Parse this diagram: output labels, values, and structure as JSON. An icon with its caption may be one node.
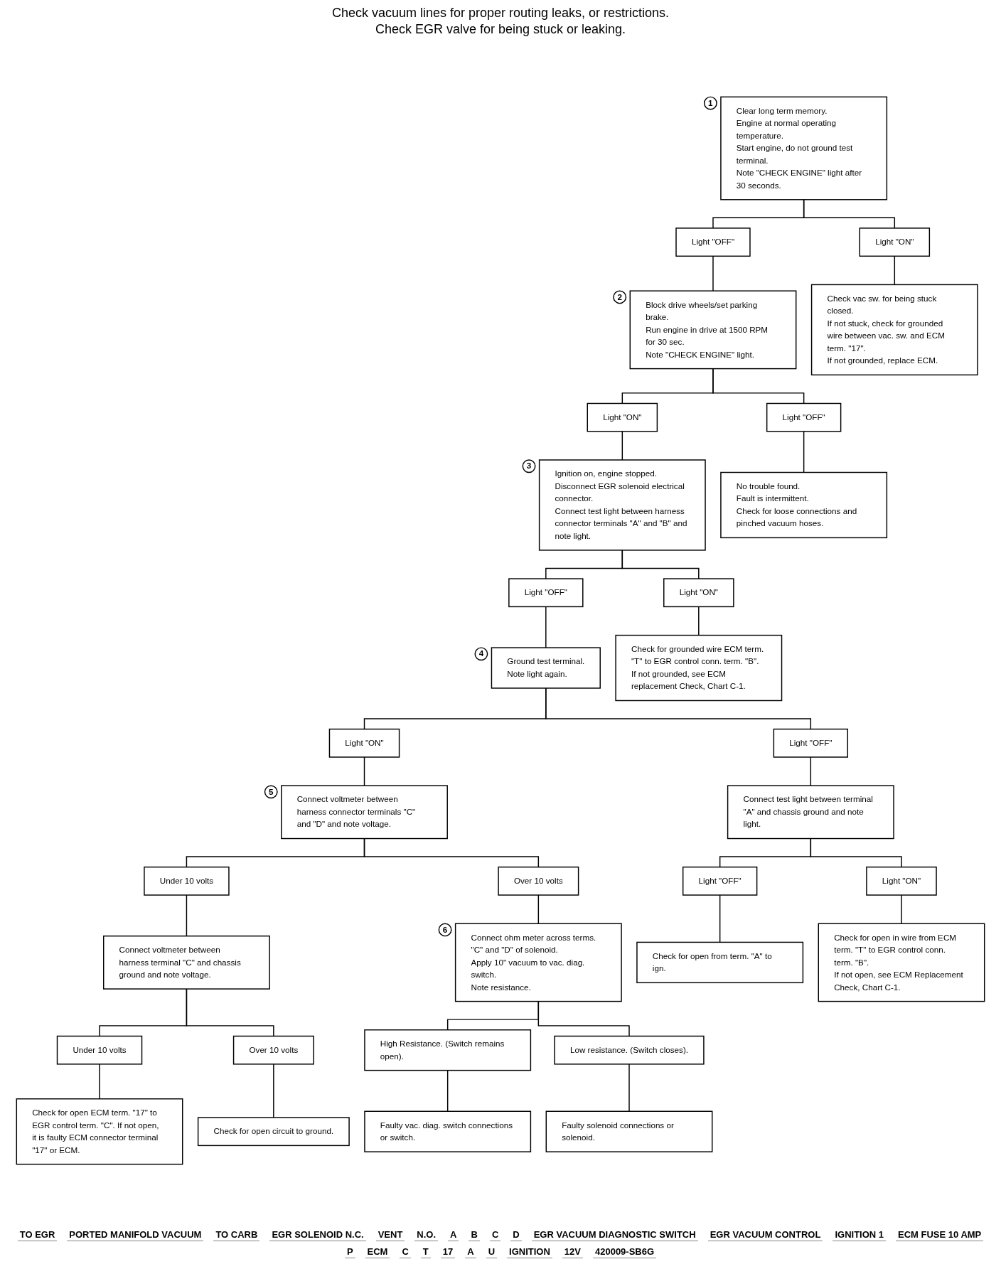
{
  "diagram": {
    "nodes": [
      {
        "text": [
          "Clear long term memory.",
          "Engine at normal operating temperature.",
          "Start engine, do not ground test terminal.",
          "Note \"CHECK ENGINE\" light after 30 seconds."
        ],
        "beside": [
          "1"
        ]
      },
      {
        "text": [
          "Light \"OFF\""
        ]
      },
      {
        "text": [
          "Light \"ON\""
        ]
      },
      {
        "text": [
          "Block drive wheels/set parking brake.",
          "Run engine in drive at 1500 RPM for 30 sec.",
          "Note \"CHECK ENGINE\" light."
        ],
        "beside": [
          "2"
        ]
      },
      {
        "text": [
          "Check vac sw. for being stuck closed.",
          "If not stuck, check for grounded wire between vac. sw. and ECM term. \"17\".",
          "If not grounded, replace ECM."
        ]
      },
      {
        "text": [
          "Light \"ON\""
        ]
      },
      {
        "text": [
          "Light \"OFF\""
        ]
      },
      {
        "text": [
          "Ignition on, engine stopped.",
          "Disconnect EGR solenoid electrical connector.",
          "Connect test light between harness connector terminals \"A\" and \"B\" and note light."
        ],
        "beside": [
          "3"
        ]
      },
      {
        "text": [
          "No trouble found.",
          "Fault is intermittent.",
          "Check for loose connections and pinched vacuum hoses."
        ]
      },
      {
        "text": [
          "Light \"OFF\""
        ]
      },
      {
        "text": [
          "Light \"ON\""
        ]
      },
      {
        "text": [
          "Ground test terminal.",
          "Note light again."
        ],
        "beside": [
          "4"
        ]
      },
      {
        "text": [
          "Check for grounded wire ECM term. \"T\" to EGR control conn. term. \"B\".",
          "If not grounded, see ECM replacement Check, Chart C-1."
        ]
      },
      {
        "text": [
          "Light \"ON\""
        ]
      },
      {
        "text": [
          "Light \"OFF\""
        ]
      },
      {
        "text": [
          "Connect voltmeter between harness connector terminals \"C\" and \"D\" and note voltage."
        ],
        "beside": [
          "5"
        ]
      },
      {
        "text": [
          "Connect test light between terminal \"A\" and chassis ground and note light."
        ]
      },
      {
        "text": [
          "Under 10 volts"
        ]
      },
      {
        "text": [
          "Over 10 volts"
        ]
      },
      {
        "text": [
          "Light \"ON\""
        ]
      },
      {
        "text": [
          "Light \"OFF\""
        ]
      },
      {
        "text": [
          "Connect voltmeter between harness terminal \"C\" and chassis ground and note voltage."
        ]
      },
      {
        "text": [
          "Connect ohm meter across terms. \"C\" and \"D\" of solenoid.",
          "Apply 10\" vacuum to vac. diag. switch.",
          "Note resistance."
        ],
        "beside": [
          "6"
        ]
      },
      {
        "text": [
          "Check for open from term. \"A\" to ign."
        ]
      },
      {
        "text": [
          "Check for open in wire from ECM term. \"T\" to EGR control conn. term. \"B\".",
          "If not open, see ECM Replacement Check, Chart C-1."
        ]
      },
      {
        "text": [
          "Under 10 volts"
        ]
      },
      {
        "text": [
          "Over 10 volts"
        ]
      },
      {
        "text": [
          "Check for open circuit to ground."
        ]
      },
      {
        "text": [
          "Check for open ECM term. \"17\" to EGR control term. \"C\". If not open, it is faulty ECM connector terminal \"17\" or ECM."
        ]
      },
      {
        "text": [
          "High Resistance. (Switch remains open)."
        ]
      },
      {
        "text": [
          "Low resistance. (Switch closes)."
        ]
      },
      {
        "text": [
          "Faulty vac. diag. switch connections or switch."
        ]
      },
      {
        "text": [
          "Faulty solenoid connections or solenoid."
        ]
      }
    ],
    "edges": [
      {
        "from": 0,
        "to": 1,
        "arrow": "none"
      },
      {
        "from": 0,
        "to": 2,
        "arrow": "none"
      },
      {
        "from": 1,
        "to": 3,
        "arrow": "none"
      },
      {
        "from": 2,
        "to": 4,
        "arrow": "none"
      },
      {
        "from": 3,
        "to": 5,
        "arrow": "none"
      },
      {
        "from": 3,
        "to": 6,
        "arrow": "none"
      },
      {
        "from": 5,
        "to": 7,
        "arrow": "none"
      },
      {
        "from": 6,
        "to": 8,
        "arrow": "none"
      },
      {
        "from": 7,
        "to": 9,
        "arrow": "none"
      },
      {
        "from": 7,
        "to": 10,
        "arrow": "none"
      },
      {
        "from": 9,
        "to": 11,
        "arrow": "none"
      },
      {
        "from": 10,
        "to": 12,
        "arrow": "none"
      },
      {
        "from": 11,
        "to": 13,
        "arrow": "none"
      },
      {
        "from": 11,
        "to": 14,
        "arrow": "none"
      },
      {
        "from": 13,
        "to": 15,
        "arrow": "none"
      },
      {
        "from": 14,
        "to": 16,
        "arrow": "none"
      },
      {
        "from": 15,
        "to": 17,
        "arrow": "none"
      },
      {
        "from": 15,
        "to": 18,
        "arrow": "none"
      },
      {
        "from": 16,
        "to": 19,
        "arrow": "none"
      },
      {
        "from": 16,
        "to": 20,
        "arrow": "none"
      },
      {
        "from": 17,
        "to": 21,
        "arrow": "none"
      },
      {
        "from": 18,
        "to": 22,
        "arrow": "none"
      },
      {
        "from": 20,
        "to": 23,
        "arrow": "none"
      },
      {
        "from": 19,
        "to": 24,
        "arrow": "none"
      },
      {
        "from": 21,
        "to": 25,
        "arrow": "none"
      },
      {
        "from": 21,
        "to": 26,
        "arrow": "none"
      },
      {
        "from": 26,
        "to": 27,
        "arrow": "none"
      },
      {
        "from": 25,
        "to": 28,
        "arrow": "none"
      },
      {
        "from": 22,
        "to": 29,
        "arrow": "none"
      },
      {
        "from": 22,
        "to": 30,
        "arrow": "none"
      },
      {
        "from": 29,
        "to": 31,
        "arrow": "none"
      },
      {
        "from": 30,
        "to": 32,
        "arrow": "none"
      }
    ],
    "labels": [
      "Check vacuum lines for proper routing leaks, or restrictions.",
      "Check EGR valve for being stuck or leaking.",
      "TO EGR",
      "PORTED MANIFOLD VACUUM",
      "TO CARB",
      "EGR SOLENOID N.C.",
      "VENT",
      "N.O.",
      "A",
      "B",
      "C",
      "D",
      "EGR VACUUM DIAGNOSTIC SWITCH",
      "EGR VACUUM CONTROL",
      "IGNITION 1",
      "ECM FUSE 10 AMP",
      "P",
      "ECM",
      "C",
      "T",
      "17",
      "A",
      "U",
      "IGNITION",
      "12V",
      "420009-SB6G"
    ]
  }
}
